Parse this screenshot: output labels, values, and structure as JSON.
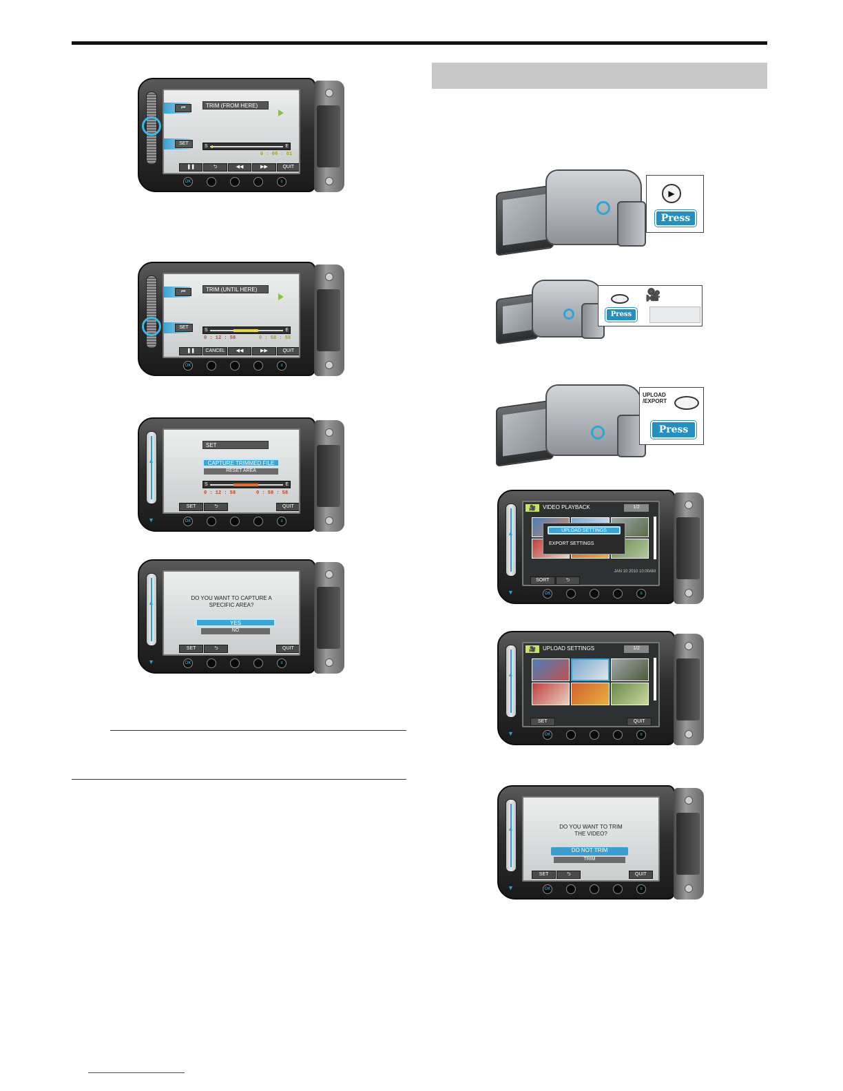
{
  "panel_trim_from": {
    "skip_glyph": "⏮",
    "title": "TRIM (FROM HERE)",
    "set_label": "SET",
    "bar_s": "S",
    "bar_e": "E",
    "time_right": "0 : 00 : 01",
    "buttons": [
      "❚❚",
      "⮌",
      "◀◀",
      "▶▶",
      "QUIT"
    ]
  },
  "panel_trim_until": {
    "skip_glyph": "⏮",
    "title": "TRIM (UNTIL HERE)",
    "set_label": "SET",
    "bar_s": "S",
    "bar_e": "E",
    "time_left": "0 : 12 : 58",
    "time_right": "0 : 58 : 58",
    "buttons": [
      "❚❚",
      "CANCEL",
      "◀◀",
      "▶▶",
      "QUIT"
    ]
  },
  "panel_set_menu": {
    "title": "SET",
    "option_selected": "CAPTURE TRIMMED FILE",
    "option_other": "RESET AREA",
    "bar_s": "S",
    "bar_e": "E",
    "time_left": "0 : 12 : 58",
    "time_right": "0 : 58 : 58",
    "buttons": [
      "SET",
      "⮌",
      "QUIT"
    ]
  },
  "panel_capture_confirm": {
    "question_line1": "DO YOU WANT TO CAPTURE A",
    "question_line2": "SPECIFIC AREA?",
    "option_selected": "YES",
    "option_other": "NO",
    "buttons": [
      "SET",
      "⮌",
      "QUIT"
    ]
  },
  "panel_video_playback": {
    "mode_glyph": "🎥",
    "title": "VIDEO PLAYBACK",
    "page": "1/2",
    "menu_item1": "UPLOAD SETTINGS",
    "menu_item2": "EXPORT SETTINGS",
    "datetime": "JAN 10 2010  10:00AM",
    "buttons": [
      "SORT",
      "⮌"
    ]
  },
  "panel_upload_settings": {
    "mode_glyph": "🎥",
    "title": "UPLOAD SETTINGS",
    "page": "1/2",
    "buttons": [
      "SET",
      "QUIT"
    ]
  },
  "panel_trim_question": {
    "question_line1": "DO YOU WANT TO TRIM",
    "question_line2": "THE VIDEO?",
    "option_selected": "DO NOT TRIM",
    "option_other": "TRIM",
    "buttons": [
      "SET",
      "⮌",
      "QUIT"
    ]
  },
  "hardware_buttons": [
    "OK",
    "",
    "",
    "",
    "≡"
  ],
  "camera_play": {
    "press_label": "Press",
    "icon": "▶"
  },
  "camera_mode": {
    "press_label": "Press",
    "mode_icon": "🎥"
  },
  "camera_upload": {
    "press_label": "Press",
    "button_label_line1": "UPLOAD",
    "button_label_line2": "/EXPORT"
  },
  "colors": {
    "accent": "#3aa6d8",
    "press": "#2590c0"
  }
}
